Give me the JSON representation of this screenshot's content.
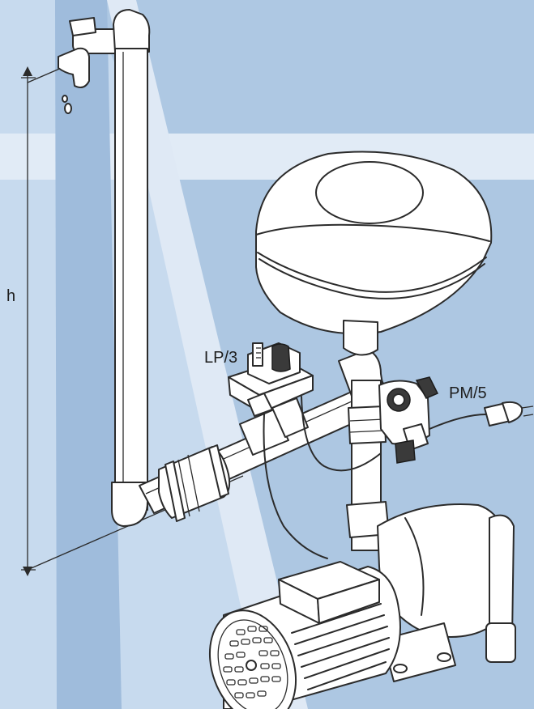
{
  "labels": {
    "height": "h",
    "pressure_switch": "LP/3",
    "pressure_module": "PM/5"
  },
  "colors": {
    "background": "#c5d8ec",
    "light_band": "#e3ecf6",
    "dark_band": "#aac5e2",
    "line": "#2b2b2b"
  }
}
